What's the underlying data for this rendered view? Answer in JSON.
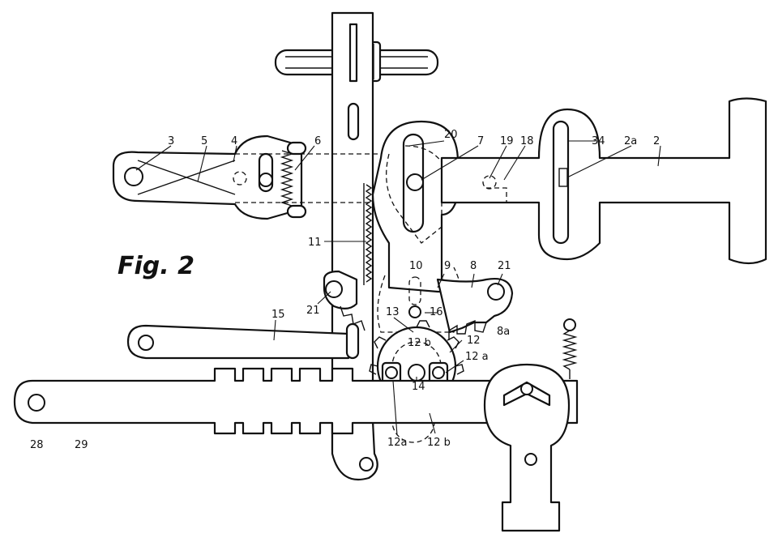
{
  "figure": {
    "title": "Fig. 2"
  },
  "reference_numerals": {
    "n2": "2",
    "n2a": "2a",
    "n3": "3",
    "n4": "4",
    "n5": "5",
    "n6": "6",
    "n7": "7",
    "n8": "8",
    "n8a": "8a",
    "n9": "9",
    "n10": "10",
    "n11": "11",
    "n12": "12",
    "n12a_upper": "12 a",
    "n12a_lower": "12a",
    "n12b_upper": "12 b",
    "n12b_lower": "12 b",
    "n13": "13",
    "n14": "14",
    "n15": "15",
    "n16": "16",
    "n18": "18",
    "n19": "19",
    "n20": "20",
    "n21_left": "21",
    "n21_right": "21",
    "n28": "28",
    "n29": "29",
    "n34": "34"
  }
}
